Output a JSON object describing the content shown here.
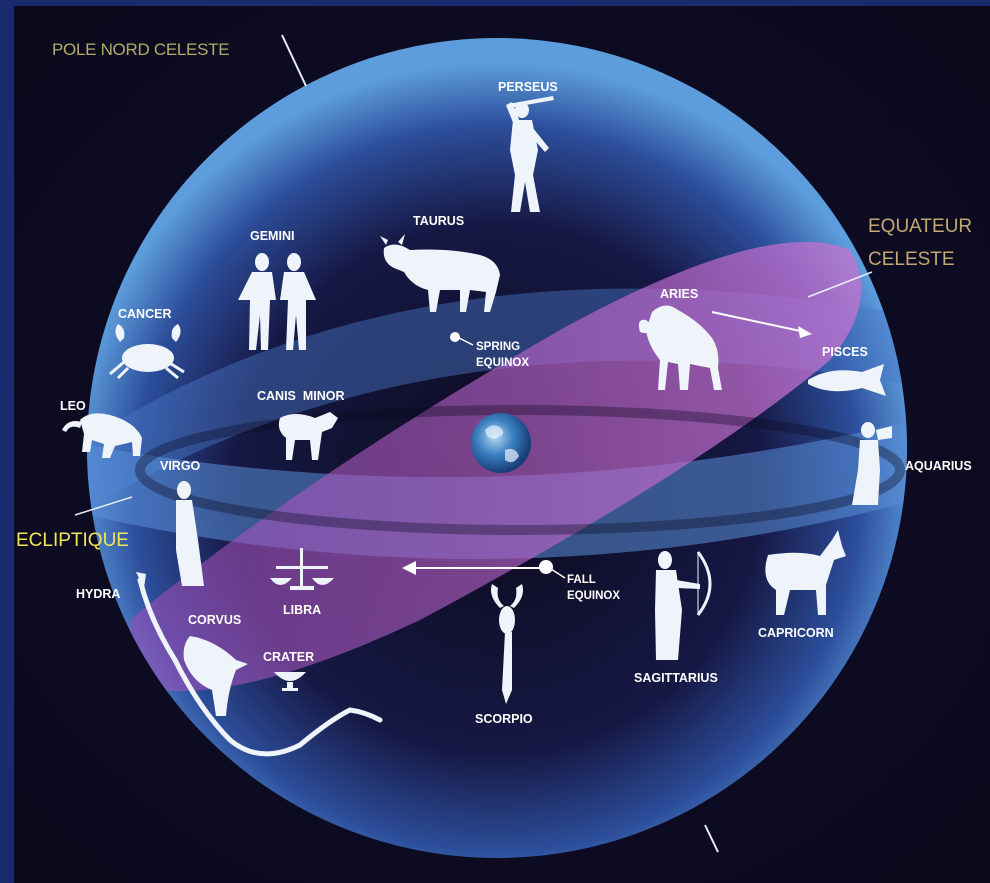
{
  "annotations": {
    "pole_label": "POLE NORD CELESTE",
    "equator_line1": "EQUATEUR",
    "equator_line2": "CELESTE",
    "ecliptic_label": "ECLIPTIQUE"
  },
  "constellations": {
    "perseus": "PERSEUS",
    "taurus": "TAURUS",
    "gemini": "GEMINI",
    "cancer": "CANCER",
    "leo": "LEO",
    "virgo": "VIRGO",
    "canis_minor": "CANIS  MINOR",
    "aries": "ARIES",
    "pisces": "PISCES",
    "aquarius": "AQUARIUS",
    "capricorn": "CAPRICORN",
    "sagittarius": "SAGITTARIUS",
    "scorpio": "SCORPIO",
    "libra": "LIBRA",
    "crater": "CRATER",
    "corvus": "CORVUS",
    "hydra": "HYDRA"
  },
  "points": {
    "spring_line1": "SPRING",
    "spring_line2": "EQUINOX",
    "fall_line1": "FALL",
    "fall_line2": "EQUINOX"
  },
  "colors": {
    "background": "#1a2a6e",
    "sphere_edge": "#5a9ad8",
    "sphere_core": "#0d0a1e",
    "equator_band": "#4d7fcf",
    "ecliptic_band": "#b65fc4",
    "figure": "#eef4fa"
  }
}
